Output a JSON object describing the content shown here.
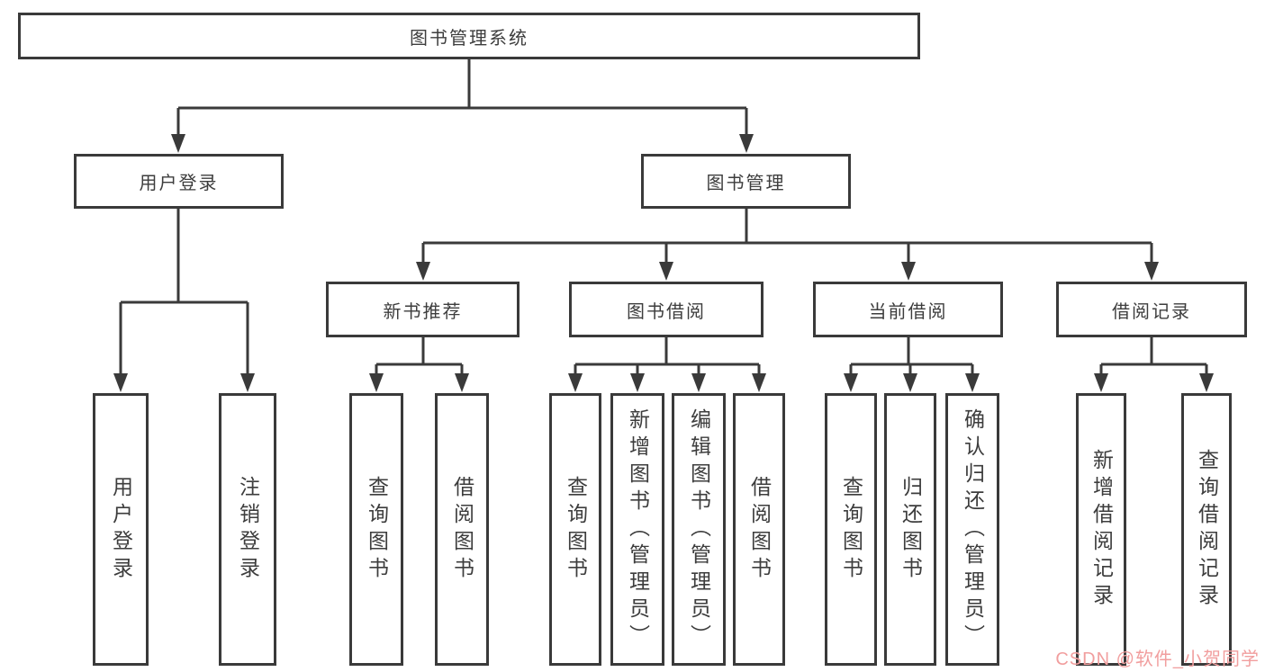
{
  "colors": {
    "line": "#3a3a3a",
    "text": "#3d3d3d",
    "watermark_pink": "#f19e9e"
  },
  "watermark": {
    "text": "CSDN @软件_小贺同学"
  },
  "tree": {
    "root": "图书管理系统",
    "user_login": {
      "label": "用户登录",
      "children": [
        "用户登录",
        "注销登录"
      ]
    },
    "book_management": {
      "label": "图书管理",
      "children": {
        "new_book_recommend": {
          "label": "新书推荐",
          "children": [
            "查询图书",
            "借阅图书"
          ]
        },
        "book_borrow": {
          "label": "图书借阅",
          "children": [
            "查询图书",
            "新增图书（管理员）",
            "编辑图书（管理员）",
            "借阅图书"
          ]
        },
        "current_borrow": {
          "label": "当前借阅",
          "children": [
            "查询图书",
            "归还图书",
            "确认归还（管理员）"
          ]
        },
        "borrow_records": {
          "label": "借阅记录",
          "children": [
            "新增借阅记录",
            "查询借阅记录"
          ]
        }
      }
    }
  }
}
